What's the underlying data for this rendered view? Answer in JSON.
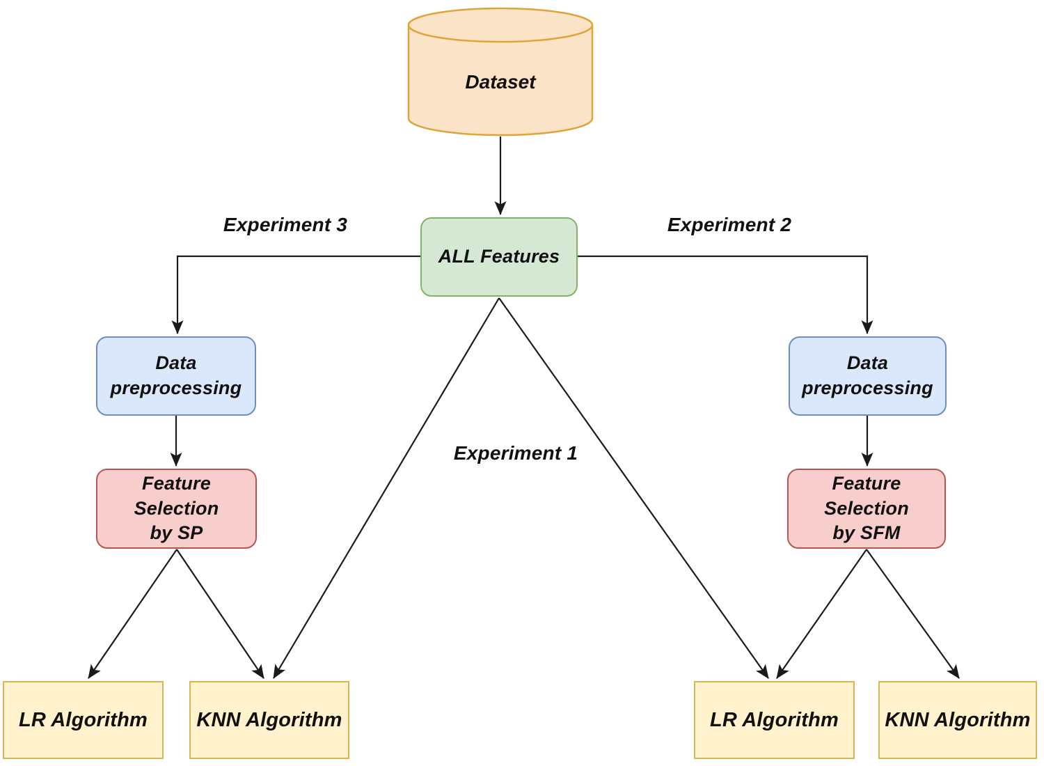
{
  "diagram": {
    "description": "Machine-learning experiment pipeline flowchart",
    "nodes": {
      "dataset": {
        "label": "Dataset",
        "shape": "cylinder",
        "fill": "#fbe3c8",
        "border": "#dfa439"
      },
      "all_features": {
        "label": "ALL Features",
        "shape": "rounded-rect",
        "fill": "#d5e8d4",
        "border": "#82b366"
      },
      "prep_left": {
        "label": "Data\npreprocessing",
        "shape": "rounded-rect",
        "fill": "#dbe8fc",
        "border": "#6c8ebf"
      },
      "fs_sp": {
        "label": "Feature\nSelection\nby SP",
        "shape": "rounded-rect",
        "fill": "#f8cecc",
        "border": "#b85450"
      },
      "prep_right": {
        "label": "Data\npreprocessing",
        "shape": "rounded-rect",
        "fill": "#dbe8fc",
        "border": "#6c8ebf"
      },
      "fs_sfm": {
        "label": "Feature\nSelection\nby SFM",
        "shape": "rounded-rect",
        "fill": "#f8cecc",
        "border": "#b85450"
      },
      "lr_left": {
        "label": "LR Algorithm",
        "shape": "rect",
        "fill": "#fff2cc",
        "border": "#d6b656"
      },
      "knn_left": {
        "label": "KNN Algorithm",
        "shape": "rect",
        "fill": "#fff2cc",
        "border": "#d6b656"
      },
      "lr_right": {
        "label": "LR Algorithm",
        "shape": "rect",
        "fill": "#fff2cc",
        "border": "#d6b656"
      },
      "knn_right": {
        "label": "KNN Algorithm",
        "shape": "rect",
        "fill": "#fff2cc",
        "border": "#d6b656"
      }
    },
    "edge_labels": {
      "experiment1": "Experiment 1",
      "experiment2": "Experiment 2",
      "experiment3": "Experiment 3"
    },
    "edges": [
      "dataset -> all_features",
      "all_features -> prep_left (Experiment 3)",
      "all_features -> prep_right (Experiment 2)",
      "prep_left -> fs_sp",
      "prep_right -> fs_sfm",
      "fs_sp -> lr_left",
      "fs_sp -> knn_left",
      "all_features -> knn_left (Experiment 1)",
      "all_features -> lr_right (Experiment 1)",
      "fs_sfm -> lr_right",
      "fs_sfm -> knn_right"
    ],
    "line_color": "#1a1a1a",
    "background": "#ffffff"
  }
}
